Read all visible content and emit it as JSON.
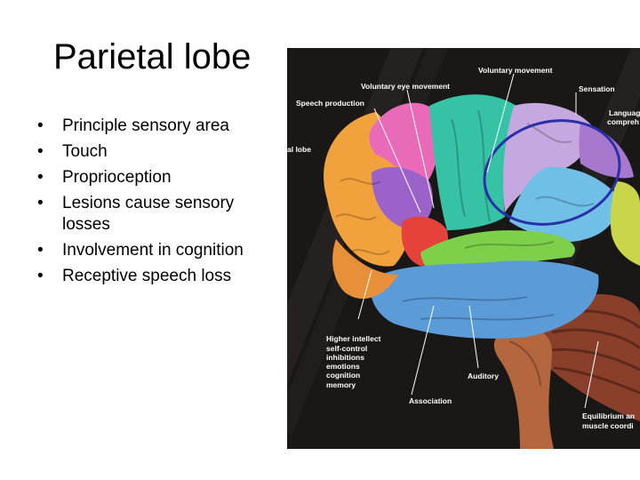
{
  "slide": {
    "title": "Parietal lobe",
    "bullet_glyph": "•",
    "bullets": [
      "Principle sensory area",
      "Touch",
      "Proprioception",
      "Lesions cause sensory losses",
      "Involvement in cognition",
      "Receptive speech loss"
    ]
  },
  "figure": {
    "labels": {
      "voluntary_movement": "Voluntary movement",
      "voluntary_eye_movement": "Voluntary eye movement",
      "sensation": "Sensation",
      "speech_production": "Speech production",
      "language_1": "Languag",
      "language_2": "compreh",
      "parietal_lobe_fragment": "al lobe",
      "higher_intellect": [
        "Higher intellect",
        "self-control",
        "inhibitions",
        "emotions",
        "cognition",
        "memory"
      ],
      "auditory": "Auditory",
      "association": "Association",
      "equilibrium_1": "Equilibrium an",
      "equilibrium_2": "muscle coordi"
    },
    "highlight_color": "#2b2fa8"
  }
}
